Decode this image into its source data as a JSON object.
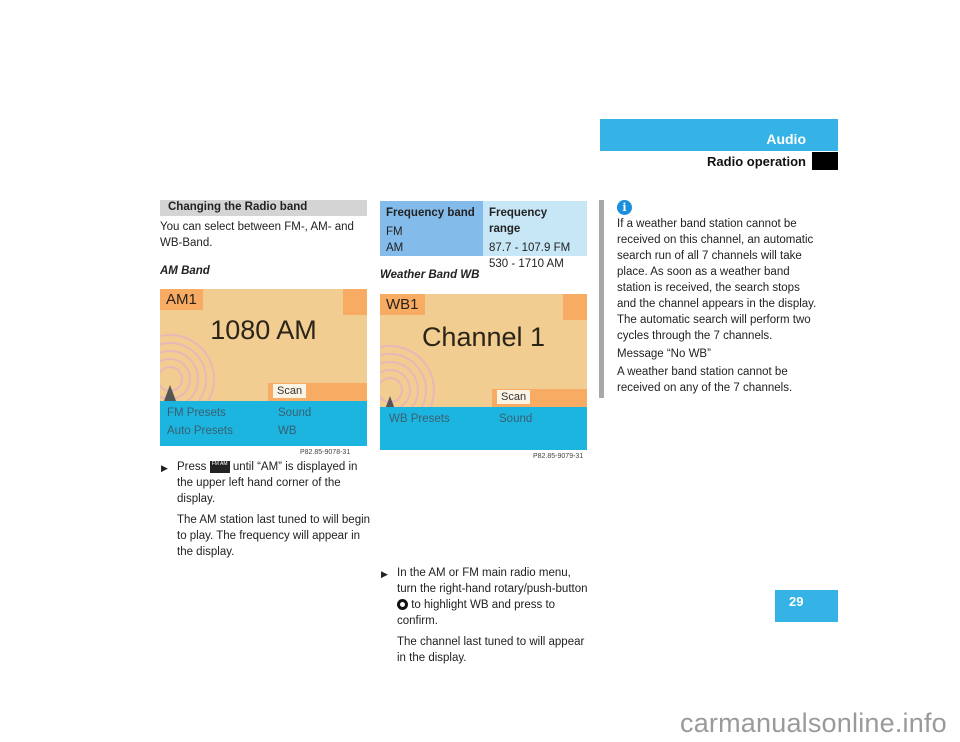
{
  "header": {
    "section": "Audio",
    "subsection": "Radio operation"
  },
  "page_number": "29",
  "watermark": "carmanualsonline.info",
  "left": {
    "section_title": "Changing the Radio band",
    "intro": "You can select between FM-, AM- and WB-Band.",
    "subheading": "AM Band",
    "display": {
      "band": "AM1",
      "main": "1080 AM",
      "scan": "Scan",
      "softkeys": [
        "FM Presets",
        "Sound",
        "Auto Presets",
        "WB"
      ],
      "caption": "P82.85-9078-31"
    },
    "step_before": "Press",
    "key_label": "FM AM",
    "step_after": "until “AM” is displayed in the upper left hand corner of the display.",
    "note": "The AM station last tuned to will begin to play. The frequency will appear in the display."
  },
  "middle": {
    "table": {
      "headers": [
        "Frequency band",
        "Frequency range"
      ],
      "rows": [
        [
          "FM",
          "87.7 - 107.9 FM"
        ],
        [
          "AM",
          "530 - 1710 AM"
        ]
      ]
    },
    "subheading": "Weather Band WB",
    "display": {
      "band": "WB1",
      "main": "Channel 1",
      "scan": "Scan",
      "softkeys": [
        "WB Presets",
        "Sound"
      ],
      "caption": "P82.85-9079-31"
    },
    "step_before": "In the AM or FM main radio menu, turn the right-hand rotary/push-button",
    "step_after": "to highlight WB and press to confirm.",
    "note": "The channel last tuned to will appear in the display."
  },
  "right": {
    "info_text": "If a weather band station cannot be received on this channel, an automatic search run of all 7 channels will take place. As soon as a weather band station is received, the search stops and the channel appears in the display. The automatic search will perform two cycles through the 7 channels.",
    "message_label": "Message “No WB”",
    "message_text": "A weather band station cannot be received on any of the 7 channels."
  }
}
